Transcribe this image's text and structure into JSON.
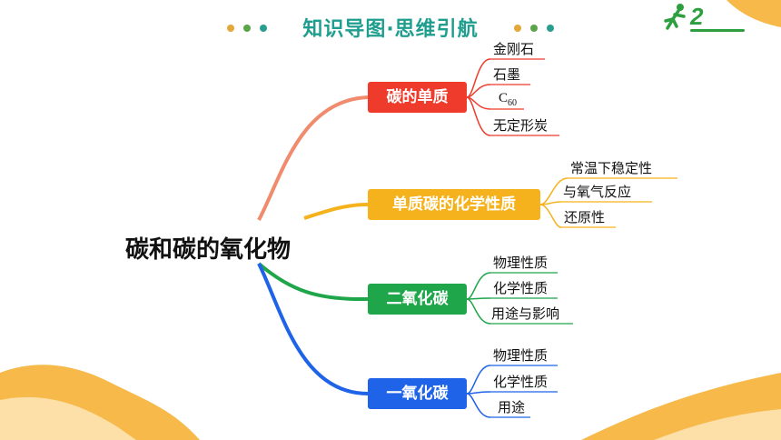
{
  "header": {
    "title": "知识导图·思维引航",
    "logo_text": "2",
    "dot_colors": [
      "#e3a73a",
      "#5aa54a",
      "#2a9d8f"
    ]
  },
  "root": {
    "label": "碳和碳的氧化物"
  },
  "branches": [
    {
      "label": "碳的单质",
      "color": "#ef3b2c",
      "items": [
        "金刚石",
        "石墨",
        "C",
        "无定形炭"
      ],
      "c60_sub": "60"
    },
    {
      "label": "单质碳的化学性质",
      "color": "#f5b21c",
      "items": [
        "常温下稳定性",
        "与氧气反应",
        "还原性"
      ]
    },
    {
      "label": "二氧化碳",
      "color": "#1fa54a",
      "items": [
        "物理性质",
        "化学性质",
        "用途与影响"
      ]
    },
    {
      "label": "一氧化碳",
      "color": "#1e63e8",
      "items": [
        "物理性质",
        "化学性质",
        "用途"
      ]
    }
  ],
  "colors": {
    "title": "#1f9e8f",
    "blob": "#f6b94a",
    "blob_light": "#fde0a8",
    "root_to_b1": "#f08b6e"
  }
}
